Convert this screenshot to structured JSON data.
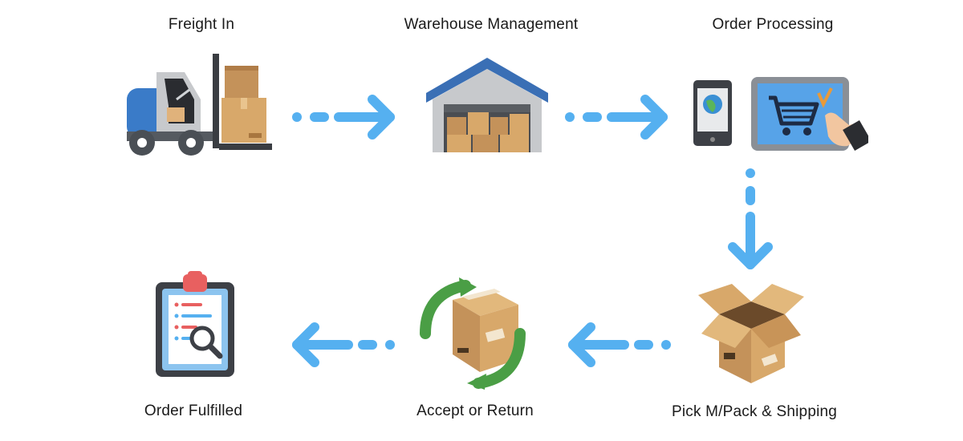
{
  "steps": [
    {
      "label": "Freight In",
      "icon": "forklift-icon"
    },
    {
      "label": "Warehouse Management",
      "icon": "warehouse-icon"
    },
    {
      "label": "Order Processing",
      "icon": "online-order-icon"
    },
    {
      "label": "Pick M/Pack & Shipping",
      "icon": "open-box-icon"
    },
    {
      "label": "Accept or Return",
      "icon": "box-return-icon"
    },
    {
      "label": "Order Fulfilled",
      "icon": "clipboard-check-icon"
    }
  ],
  "colors": {
    "arrow": "#55b0f0",
    "truck_blue": "#3a7bc8",
    "box_tan": "#d8a86a",
    "roof_blue": "#3a6fb5",
    "tablet_screen": "#57a3e8",
    "recycle_green": "#4a9e45",
    "clipboard_blue": "#8cc4ef",
    "clip_red": "#e86060"
  }
}
